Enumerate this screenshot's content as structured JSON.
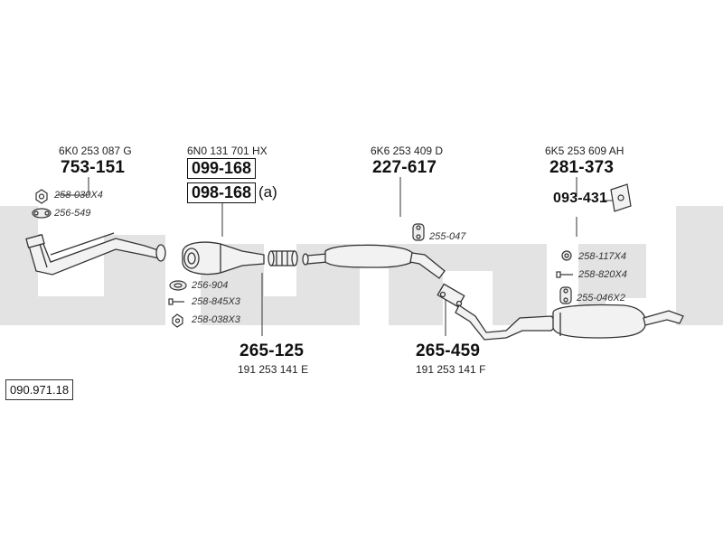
{
  "diagram_id": "090.971.18",
  "colors": {
    "watermark": "#e3e3e3",
    "line": "#333333",
    "fill": "#f2f2f2"
  },
  "groups": [
    {
      "oe": "6K0 253 087 G",
      "part": "753-151",
      "accessories": [
        "258-030X4",
        "256-549"
      ],
      "icons": [
        "hex-nut-icon",
        "gasket-icon"
      ]
    },
    {
      "oe": "6N0 131 701 HX",
      "parts_boxed": [
        "099-168",
        "098-168"
      ],
      "suffix": "(a)"
    },
    {
      "part": "265-125",
      "oe": "191 253 141 E",
      "accessories": [
        "256-904",
        "258-845X3",
        "258-038X3"
      ],
      "icons": [
        "gasket-ring-icon",
        "bolt-icon",
        "nut-icon"
      ]
    },
    {
      "oe": "6K6 253 409 D",
      "part": "227-617",
      "accessories": [
        "255-047"
      ],
      "icons": [
        "rubber-mount-icon"
      ]
    },
    {
      "part": "265-459",
      "oe": "191 253 141 F"
    },
    {
      "oe": "6K5 253 609 AH",
      "part": "281-373",
      "extra_part": "093-431",
      "accessories": [
        "258-117X4",
        "258-820X4",
        "255-046X2"
      ],
      "icons": [
        "washer-icon",
        "bolt-icon",
        "rubber-mount-icon"
      ]
    }
  ]
}
